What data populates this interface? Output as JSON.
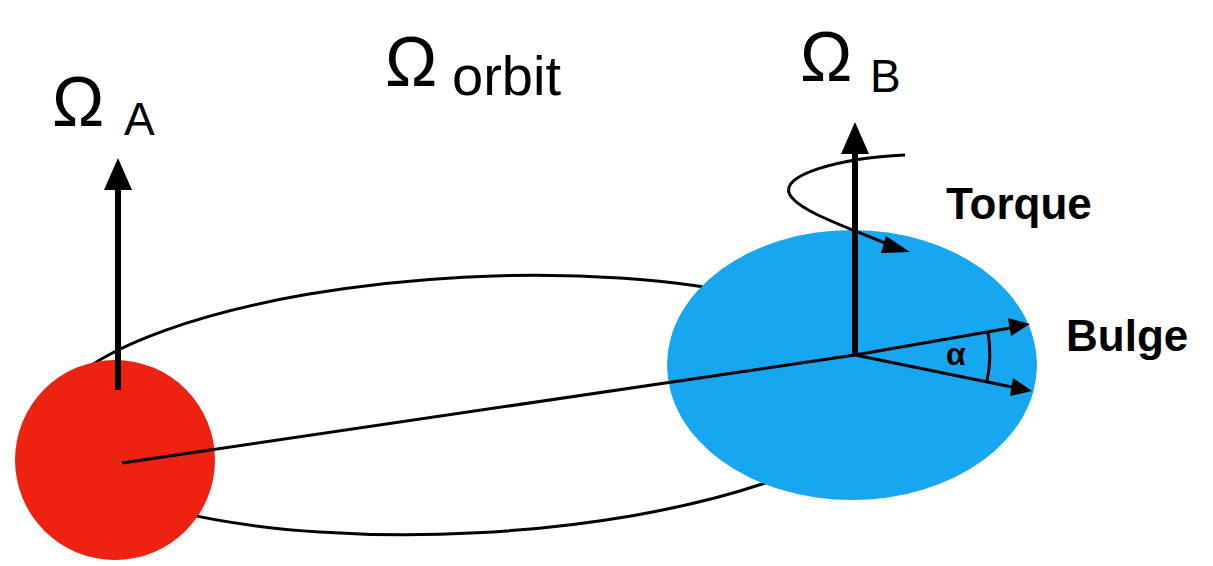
{
  "diagram": {
    "labels": [
      "Ω",
      "A",
      "Ω",
      "orbit",
      "Ω",
      "B",
      "Torque",
      "Bulge",
      "α"
    ]
  }
}
